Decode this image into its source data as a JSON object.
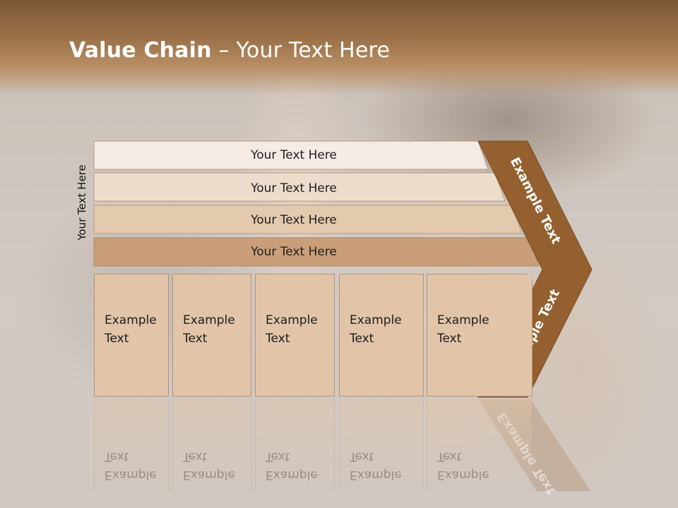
{
  "slide": {
    "title_bold": "Value Chain",
    "title_rest": " – Your Text Here",
    "side_label": "Your Text Here"
  },
  "bars": [
    {
      "label": "Your Text Here",
      "fill": "#f3ebe4"
    },
    {
      "label": "Your Text Here",
      "fill": "#ecdccb"
    },
    {
      "label": "Your Text Here",
      "fill": "#e3c9ae"
    },
    {
      "label": "Your Text Here",
      "fill": "#c99e78"
    }
  ],
  "cells": [
    {
      "line1": "Example",
      "line2": "Text"
    },
    {
      "line1": "Example",
      "line2": "Text"
    },
    {
      "line1": "Example",
      "line2": "Text"
    },
    {
      "line1": "Example",
      "line2": "Text"
    },
    {
      "line1": "Example",
      "line2": "Text"
    }
  ],
  "chevron": {
    "top_label": "Example Text",
    "bottom_label": "Example Text",
    "fill": "#94602f"
  },
  "colors": {
    "title_band": "#9a7148",
    "cell_fill": "#e2c5a8",
    "cell_border": "#b09478"
  }
}
